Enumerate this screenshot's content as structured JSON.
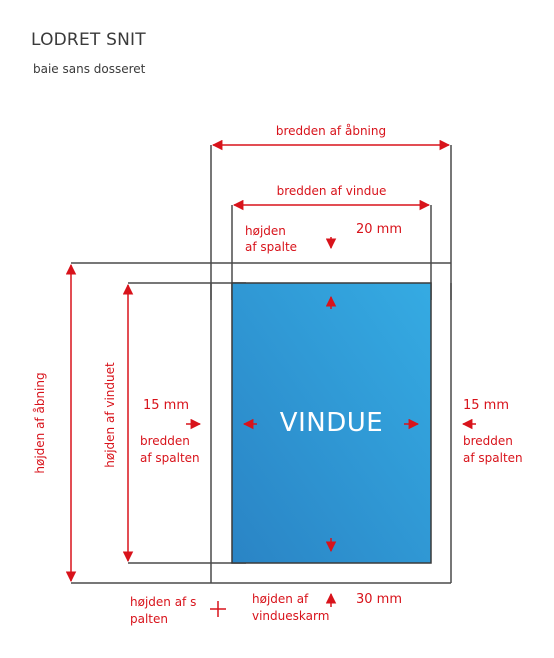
{
  "header": {
    "title": "LODRET SNIT",
    "subtitle": "baie sans dosseret"
  },
  "labels": {
    "bredden_af_abning": "bredden af åbning",
    "bredden_af_vindue": "bredden af vindue",
    "hojden_af_spalte_line1": "højden",
    "hojden_af_spalte_line2": "af spalte",
    "top_gap_mm": "20 mm",
    "hojden_af_abning": "højden af åbning",
    "hojden_af_vinduet": "højden af vinduet",
    "left_gap_mm": "15 mm",
    "left_bredden_line1": "bredden",
    "left_bredden_line2": "af spalten",
    "right_gap_mm": "15 mm",
    "right_bredden_line1": "bredden",
    "right_bredden_line2": "af spalten",
    "window": "VINDUE",
    "bottom_spalte_line1": "højden af s",
    "bottom_spalte_line2": "palten",
    "plus": "+",
    "bottom_karm_line1": "højden af",
    "bottom_karm_line2": "vindueskarm",
    "bottom_mm": "30 mm"
  },
  "colors": {
    "dimension_red": "#d8131b",
    "outline_gray": "#4a4a4a",
    "window_blue_top": "#2fa6e0",
    "window_blue_bottom": "#2a86c7"
  }
}
